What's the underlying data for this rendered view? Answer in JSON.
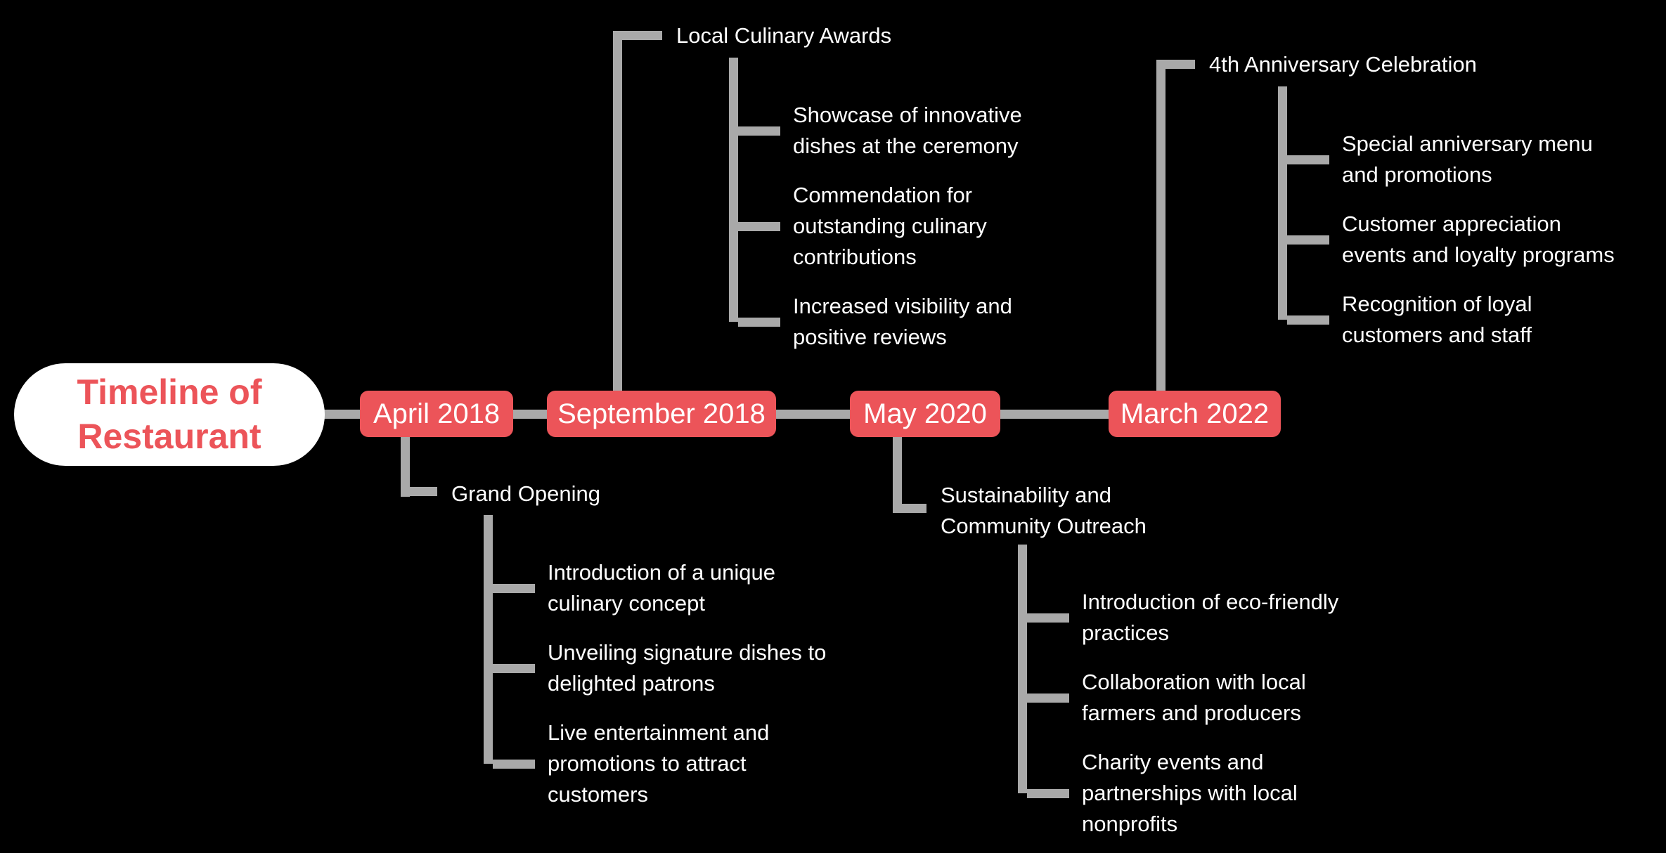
{
  "title": "Timeline of\nRestaurant",
  "colors": {
    "background": "#000000",
    "accent": "#ec5459",
    "line": "#a9a9a9",
    "node_text": "#ffffff",
    "body_text": "#ffffff"
  },
  "timeline": [
    {
      "date": "April 2018",
      "direction": "down",
      "event": {
        "label": "Grand Opening",
        "details": [
          "Introduction of a unique\nculinary concept",
          "Unveiling signature dishes to\ndelighted patrons",
          "Live entertainment and\npromotions to attract\ncustomers"
        ]
      }
    },
    {
      "date": "September 2018",
      "direction": "up",
      "event": {
        "label": "Local Culinary Awards",
        "details": [
          "Showcase of innovative\ndishes at the ceremony",
          "Commendation for\noutstanding culinary\ncontributions",
          "Increased visibility and\npositive reviews"
        ]
      }
    },
    {
      "date": "May 2020",
      "direction": "down",
      "event": {
        "label": "Sustainability and\nCommunity Outreach",
        "details": [
          "Introduction of eco-friendly\npractices",
          "Collaboration with local\nfarmers and producers",
          "Charity events and\npartnerships with local\nnonprofits"
        ]
      }
    },
    {
      "date": "March 2022",
      "direction": "up",
      "event": {
        "label": "4th Anniversary Celebration",
        "details": [
          "Special anniversary menu\nand promotions",
          "Customer appreciation\nevents and loyalty programs",
          "Recognition of loyal\ncustomers and staff"
        ]
      }
    }
  ]
}
